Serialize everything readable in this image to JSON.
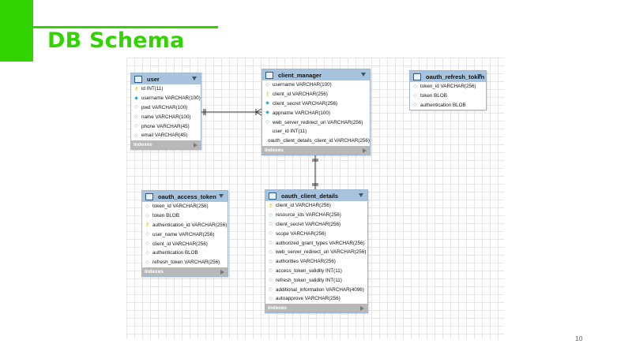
{
  "slide": {
    "title": "DB Schema",
    "page_number": "10"
  },
  "colors": {
    "accent": "#32d400",
    "table_header": "#a7c3dd",
    "indexes_bar": "#b8b8b8"
  },
  "tables": {
    "user": {
      "name": "user",
      "columns": [
        {
          "text": "id INT(11)",
          "icon": "key-icon"
        },
        {
          "text": "username VARCHAR(100)",
          "icon": "column-ref-icon"
        },
        {
          "text": "pwd VARCHAR(100)",
          "icon": "column-icon"
        },
        {
          "text": "name VARCHAR(100)",
          "icon": "column-icon"
        },
        {
          "text": "phone VARCHAR(45)",
          "icon": "column-icon"
        },
        {
          "text": "email VARCHAR(45)",
          "icon": "column-icon"
        }
      ],
      "indexes": "Indexes"
    },
    "client_manager": {
      "name": "client_manager",
      "columns": [
        {
          "text": "username VARCHAR(100)",
          "icon": "column-icon"
        },
        {
          "text": "client_id VARCHAR(256)",
          "icon": "key-icon"
        },
        {
          "text": "client_secret VARCHAR(256)",
          "icon": "column-ref-icon"
        },
        {
          "text": "appname VARCHAR(100)",
          "icon": "column-ref-icon"
        },
        {
          "text": "web_server_redirect_uri VARCHAR(256)",
          "icon": "column-icon"
        },
        {
          "text": "user_id INT(11)",
          "icon": "none"
        },
        {
          "text": "oauth_client_details_client_id VARCHAR(256)",
          "icon": "none"
        }
      ],
      "indexes": "Indexes"
    },
    "oauth_refresh_token": {
      "name": "oauth_refresh_token",
      "columns": [
        {
          "text": "token_id VARCHAR(256)",
          "icon": "column-icon"
        },
        {
          "text": "token BLOB",
          "icon": "column-icon"
        },
        {
          "text": "authentication BLOB",
          "icon": "column-icon"
        }
      ]
    },
    "oauth_access_token": {
      "name": "oauth_access_token",
      "columns": [
        {
          "text": "token_id VARCHAR(256)",
          "icon": "column-icon"
        },
        {
          "text": "token BLOB",
          "icon": "column-icon"
        },
        {
          "text": "authentication_id VARCHAR(256)",
          "icon": "key-icon"
        },
        {
          "text": "user_name VARCHAR(256)",
          "icon": "column-icon"
        },
        {
          "text": "client_id VARCHAR(256)",
          "icon": "column-icon"
        },
        {
          "text": "authentication BLOB",
          "icon": "column-icon"
        },
        {
          "text": "refresh_token VARCHAR(256)",
          "icon": "column-icon"
        }
      ],
      "indexes": "Indexes"
    },
    "oauth_client_details": {
      "name": "oauth_client_details",
      "columns": [
        {
          "text": "client_id VARCHAR(256)",
          "icon": "key-icon"
        },
        {
          "text": "resource_ids VARCHAR(256)",
          "icon": "column-icon"
        },
        {
          "text": "client_secret VARCHAR(256)",
          "icon": "column-icon"
        },
        {
          "text": "scope VARCHAR(256)",
          "icon": "column-icon"
        },
        {
          "text": "authorized_grant_types VARCHAR(256)",
          "icon": "column-icon"
        },
        {
          "text": "web_server_redirect_uri VARCHAR(256)",
          "icon": "column-icon"
        },
        {
          "text": "authorities VARCHAR(256)",
          "icon": "column-icon"
        },
        {
          "text": "access_token_validity INT(11)",
          "icon": "column-icon"
        },
        {
          "text": "refresh_token_validity INT(11)",
          "icon": "column-icon"
        },
        {
          "text": "additional_information VARCHAR(4096)",
          "icon": "column-icon"
        },
        {
          "text": "autoapprove VARCHAR(256)",
          "icon": "column-icon"
        }
      ],
      "indexes": "Indexes"
    }
  }
}
